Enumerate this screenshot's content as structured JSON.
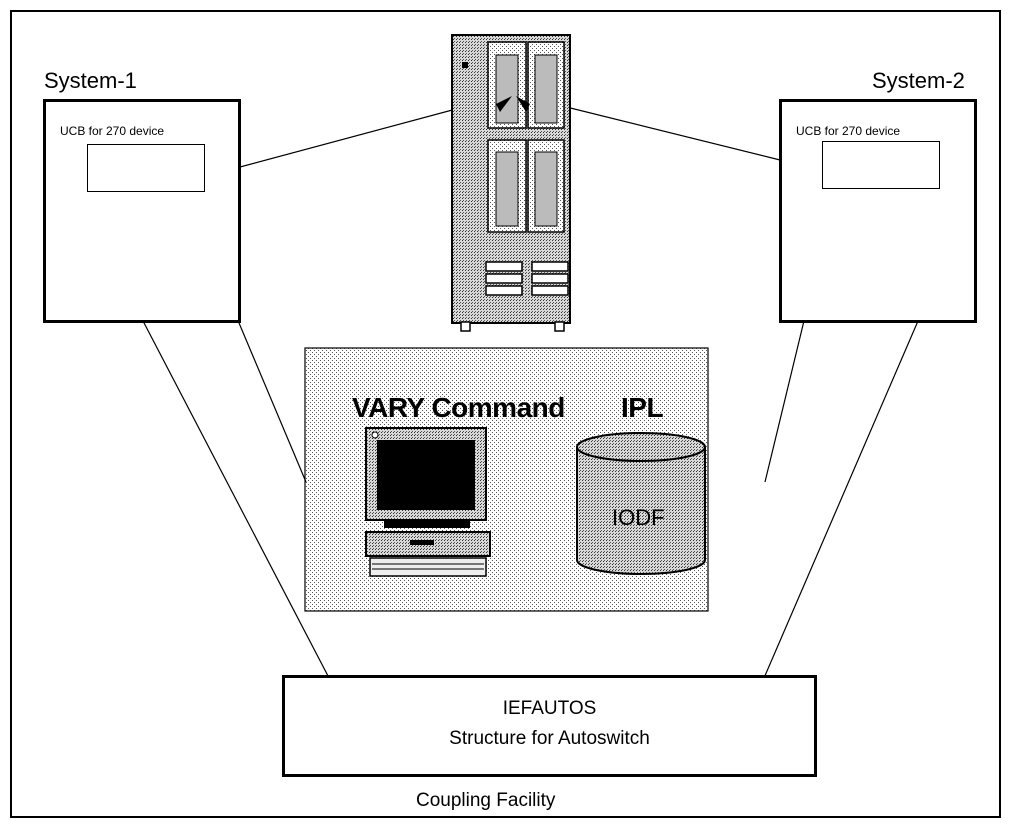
{
  "system1": {
    "label": "System-1",
    "ucb_label": "UCB for 270 device"
  },
  "system2": {
    "label": "System-2",
    "ucb_label": "UCB for 270 device"
  },
  "console": {
    "vary_label": "VARY Command",
    "ipl_label": "IPL",
    "iodf_label": "IODF"
  },
  "structure": {
    "line1": "IEFAUTOS",
    "line2": "Structure for Autoswitch",
    "caption": "Coupling Facility"
  },
  "colors": {
    "stipple": "#c8c8c8",
    "background": "#ffffff",
    "ink": "#000000"
  }
}
